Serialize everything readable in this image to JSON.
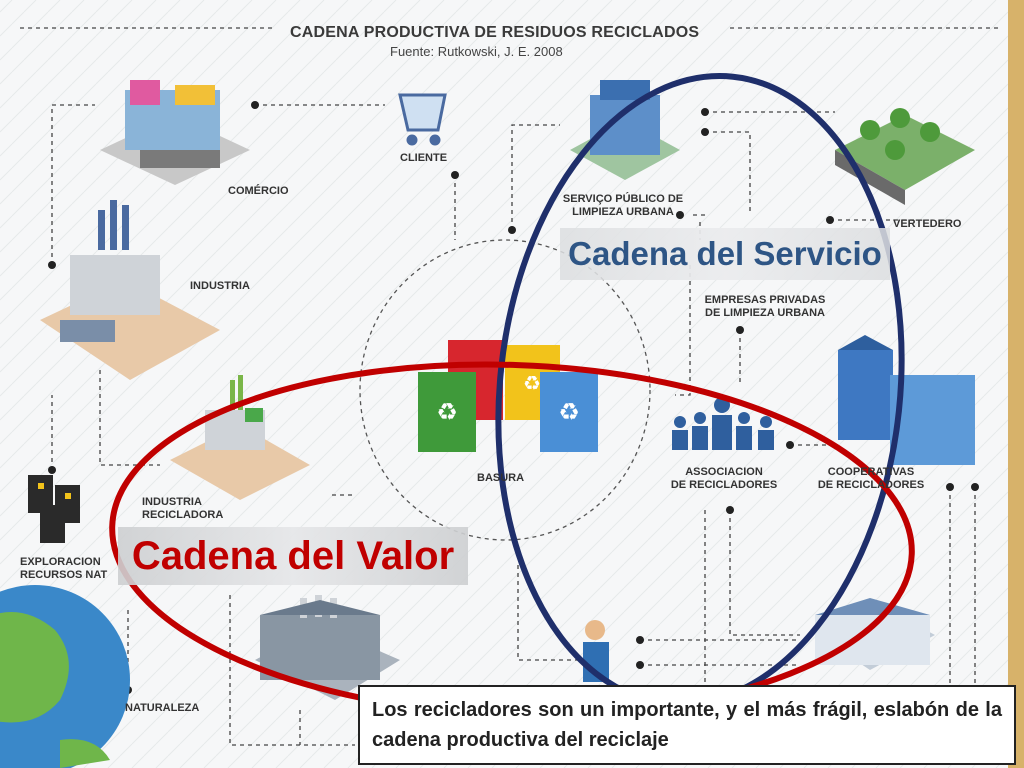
{
  "header": {
    "title": "CADENA PRODUCTIVA DE RESIDUOS RECICLADOS",
    "source": "Fuente: Rutkowski, J. E. 2008"
  },
  "nodes": {
    "comercio": "COMÉRCIO",
    "cliente": "CLIENTE",
    "servicio_publico": [
      "SERVIÇO PÚBLICO DE",
      "LIMPIEZA URBANA"
    ],
    "vertedero": "VERTEDERO",
    "industria": "INDUSTRIA",
    "empresas_privadas": [
      "EMPRESAS PRIVADAS",
      "DE LIMPIEZA URBANA"
    ],
    "basura": "BASURA",
    "associacion": [
      "ASSOCIACION",
      "DE RECICLADORES"
    ],
    "cooperativas": [
      "COOPERATIVAS",
      "DE RECICLADORES"
    ],
    "industria_recicladora": [
      "INDUSTRIA",
      "RECICLADORA"
    ],
    "exploracion": [
      "EXPLORACION",
      "RECURSOS NAT"
    ],
    "naturaleza": "NATURALEZA"
  },
  "callouts": {
    "servicio": "Cadena del Servicio",
    "valor": "Cadena del Valor"
  },
  "note": "Los recicladores son un importante, y el más frágil, eslabón de la cadena productiva del reciclaje",
  "colors": {
    "servicio_ring": "#1f2f6b",
    "valor_ring": "#c00000",
    "servicio_text": "#2e5585",
    "valor_text": "#c00000"
  }
}
